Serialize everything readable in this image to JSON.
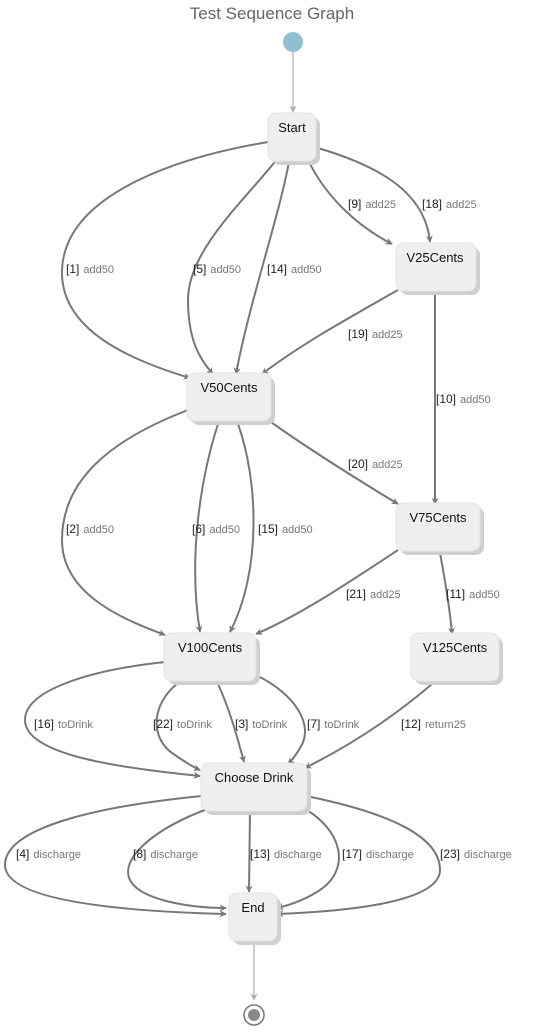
{
  "title": "Test Sequence Graph",
  "states": {
    "start": "Start",
    "v25": "V25Cents",
    "v50": "V50Cents",
    "v75": "V75Cents",
    "v100": "V100Cents",
    "v125": "V125Cents",
    "choose": "Choose Drink",
    "end": "End"
  },
  "transitions": [
    {
      "id": "t1",
      "num": "[1]",
      "action": "add50"
    },
    {
      "id": "t5",
      "num": "[5]",
      "action": "add50"
    },
    {
      "id": "t14",
      "num": "[14]",
      "action": "add50"
    },
    {
      "id": "t9",
      "num": "[9]",
      "action": "add25"
    },
    {
      "id": "t18",
      "num": "[18]",
      "action": "add25"
    },
    {
      "id": "t19",
      "num": "[19]",
      "action": "add25"
    },
    {
      "id": "t10",
      "num": "[10]",
      "action": "add50"
    },
    {
      "id": "t20",
      "num": "[20]",
      "action": "add25"
    },
    {
      "id": "t2",
      "num": "[2]",
      "action": "add50"
    },
    {
      "id": "t6",
      "num": "[6]",
      "action": "add50"
    },
    {
      "id": "t15",
      "num": "[15]",
      "action": "add50"
    },
    {
      "id": "t21",
      "num": "[21]",
      "action": "add25"
    },
    {
      "id": "t11",
      "num": "[11]",
      "action": "add50"
    },
    {
      "id": "t16",
      "num": "[16]",
      "action": "toDrink"
    },
    {
      "id": "t22",
      "num": "[22]",
      "action": "toDrink"
    },
    {
      "id": "t3",
      "num": "[3]",
      "action": "toDrink"
    },
    {
      "id": "t7",
      "num": "[7]",
      "action": "toDrink"
    },
    {
      "id": "t12",
      "num": "[12]",
      "action": "return25"
    },
    {
      "id": "t4",
      "num": "[4]",
      "action": "discharge"
    },
    {
      "id": "t8",
      "num": "[8]",
      "action": "discharge"
    },
    {
      "id": "t13",
      "num": "[13]",
      "action": "discharge"
    },
    {
      "id": "t17",
      "num": "[17]",
      "action": "discharge"
    },
    {
      "id": "t23",
      "num": "[23]",
      "action": "discharge"
    }
  ],
  "colors": {
    "initial_dot": "#8fbfd0",
    "edge": "#777777",
    "state_fill": "#efefef",
    "final_dot": "#888888"
  }
}
